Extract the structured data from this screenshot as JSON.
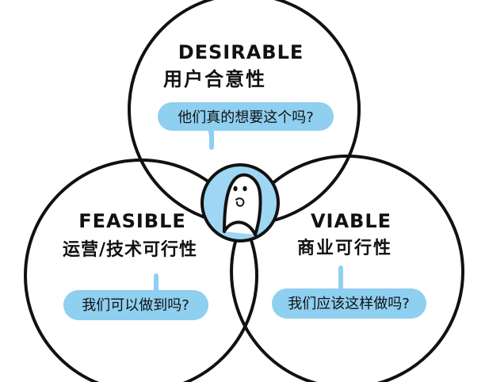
{
  "colors": {
    "line": "#111111",
    "bubble": "#8fcff0",
    "center": "#9fd6f3",
    "background": "#ffffff"
  },
  "circles": {
    "desirable": {
      "title": "DESIRABLE",
      "subtitle": "用户合意性",
      "question": "他们真的想要这个吗?"
    },
    "feasible": {
      "title": "FEASIBLE",
      "subtitle": "运营/技术可行性",
      "question": "我们可以做到吗?"
    },
    "viable": {
      "title": "VIABLE",
      "subtitle": "商业可行性",
      "question": "我们应该这样做吗?"
    }
  },
  "center_icon": "ghost-face-icon"
}
